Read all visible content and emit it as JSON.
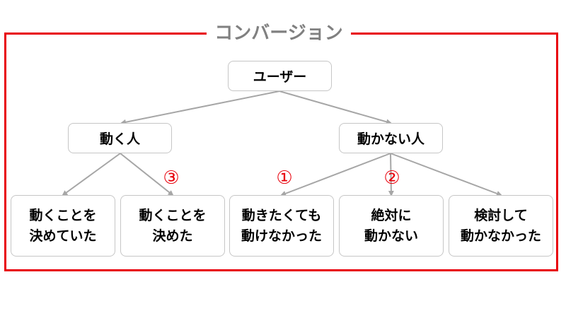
{
  "frame": {
    "title": "コンバージョン",
    "border_color": "#e8000b"
  },
  "tree": {
    "root": "ユーザー",
    "branches": [
      {
        "label": "動く人"
      },
      {
        "label": "動かない人"
      }
    ],
    "leaves": [
      {
        "line1": "動くことを",
        "line2": "決めていた"
      },
      {
        "line1": "動くことを",
        "line2": "決めた"
      },
      {
        "line1": "動きたくても",
        "line2": "動けなかった"
      },
      {
        "line1": "絶対に",
        "line2": "動かない"
      },
      {
        "line1": "検討して",
        "line2": "動かなかった"
      }
    ]
  },
  "markers": {
    "m1": "①",
    "m2": "②",
    "m3": "③"
  },
  "colors": {
    "accent": "#e8000b",
    "title_gray": "#808080",
    "connector": "#a6a6a6",
    "box_border": "#c6c6c6"
  }
}
